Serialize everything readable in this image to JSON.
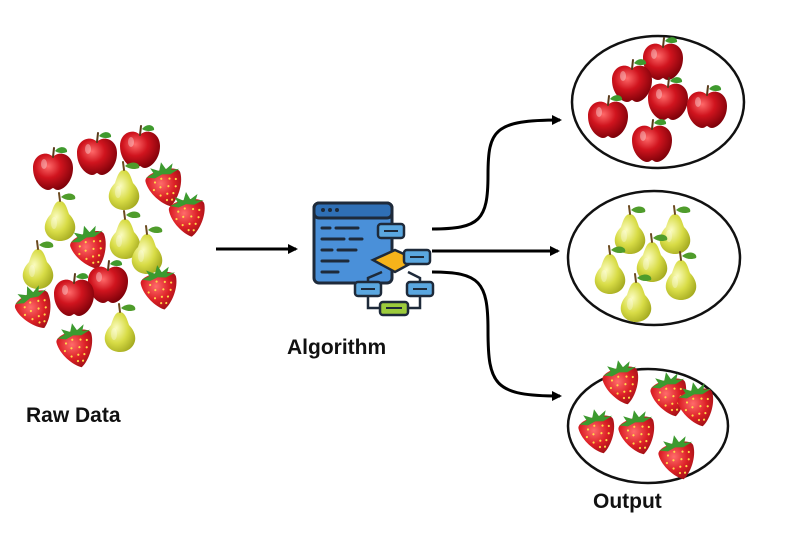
{
  "labels": {
    "raw_data": "Raw Data",
    "algorithm": "Algorithm",
    "output": "Output"
  },
  "colors": {
    "apple": "#c8101a",
    "pear": "#d2d43a",
    "strawberry": "#d8222a",
    "arrow": "#000000",
    "window_blue": "#4a90d9",
    "node_blue": "#5aa7e0",
    "node_orange": "#f6b31a",
    "node_green": "#9ccb3c"
  },
  "icons": [
    "apple-icon",
    "pear-icon",
    "strawberry-icon",
    "algorithm-flowchart-icon"
  ],
  "output_groups": [
    {
      "name": "apples",
      "fruit": "apple",
      "count": 6
    },
    {
      "name": "pears",
      "fruit": "pear",
      "count": 6
    },
    {
      "name": "strawberries",
      "fruit": "strawberry",
      "count": 6
    }
  ]
}
